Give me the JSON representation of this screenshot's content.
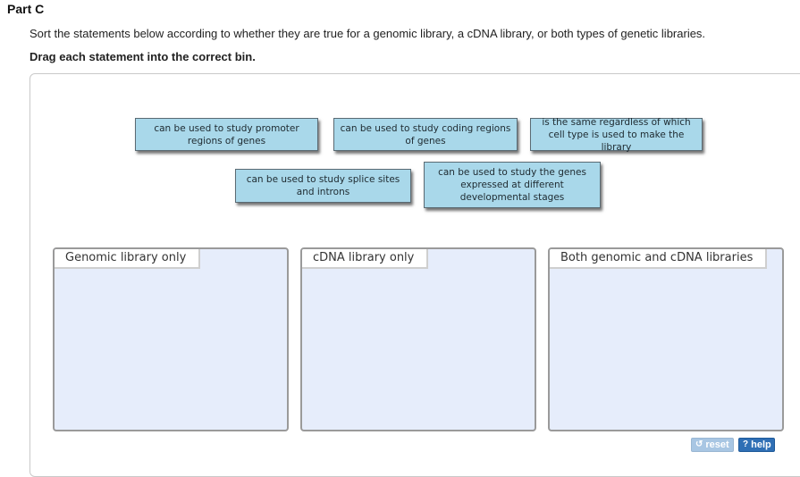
{
  "header": {
    "part_title": "Part C",
    "instruction": "Sort the statements below according to whether they are true for a genomic library, a cDNA library, or both types of genetic libraries.",
    "instruction_bold": "Drag each statement into the correct bin."
  },
  "tiles": [
    "can be used to study promoter regions of genes",
    "can be used to study coding regions of genes",
    "is the same regardless of which cell type is used to make the library",
    "can be used to study splice sites and introns",
    "can be used to study the genes expressed at different developmental stages"
  ],
  "bins": [
    {
      "label": "Genomic library only"
    },
    {
      "label": "cDNA library only"
    },
    {
      "label": "Both genomic and cDNA libraries"
    }
  ],
  "controls": {
    "reset_label": "reset",
    "reset_icon": "reset-icon",
    "help_label": "help",
    "help_icon": "?"
  }
}
